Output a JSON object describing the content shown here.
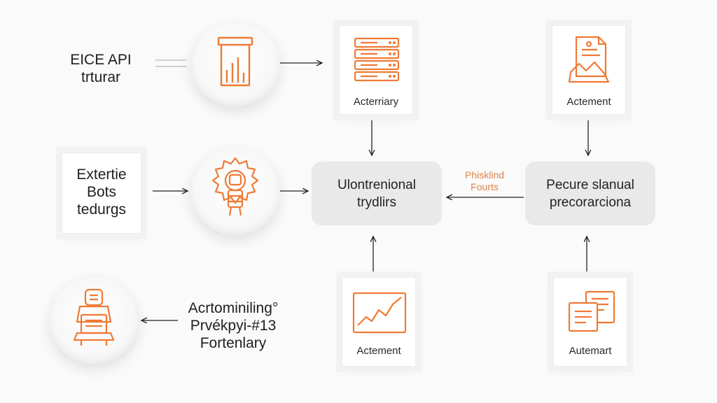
{
  "colors": {
    "accent": "#ef7a35",
    "hub": "#e9e9e9",
    "line": "#222222"
  },
  "top_left_text": {
    "line1": "EICE API",
    "line2": "trturar"
  },
  "mid_left_card": {
    "line1": "Extertie",
    "line2": "Bots",
    "line3": "tedurgs"
  },
  "bottom_left_text": {
    "line1": "Acrtominiling°",
    "line2": "Prvékpyi-#13",
    "line3": "Fortenlary"
  },
  "cards": {
    "top_center": {
      "label": "Acterriary",
      "icon": "server-rack-icon"
    },
    "top_right": {
      "label": "Actement",
      "icon": "document-icon"
    },
    "bottom_center": {
      "label": "Actement",
      "icon": "line-chart-icon"
    },
    "bottom_right": {
      "label": "Autemart",
      "icon": "documents-icon"
    }
  },
  "circles": {
    "top": {
      "icon": "bar-chart-jar-icon"
    },
    "middle": {
      "icon": "robot-gear-icon"
    },
    "bottom": {
      "icon": "robot-laptop-icon"
    }
  },
  "hubs": {
    "center": {
      "line1": "Ulontrenional",
      "line2": "trydlirs"
    },
    "right": {
      "line1": "Pecure slanual",
      "line2": "precorarciona"
    }
  },
  "edge_note": {
    "line1": "Phisklind",
    "line2": "Fourts"
  }
}
